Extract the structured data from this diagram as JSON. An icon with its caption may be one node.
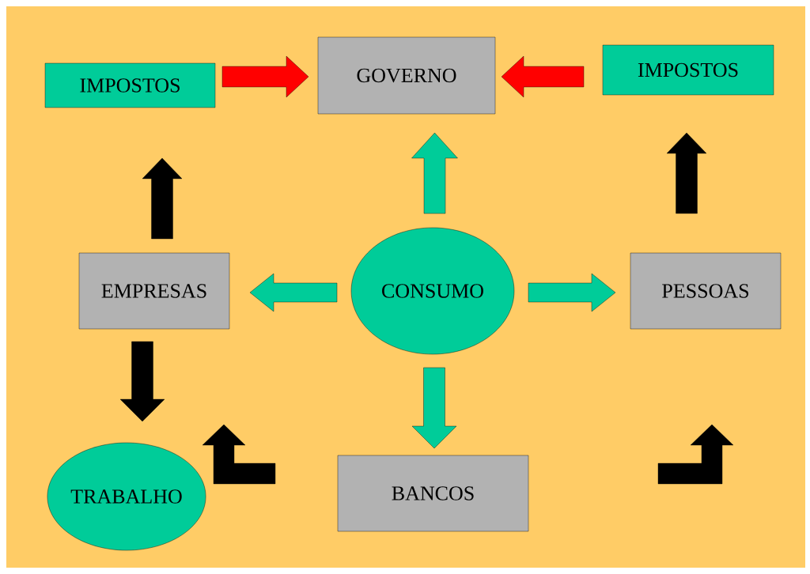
{
  "diagram": {
    "nodes": [
      {
        "text": [
          "IMPOSTOS"
        ]
      },
      {
        "text": [
          "GOVERNO"
        ]
      },
      {
        "text": [
          "IMPOSTOS"
        ]
      },
      {
        "text": [
          "EMPRESAS"
        ]
      },
      {
        "text": [
          "CONSUMO"
        ]
      },
      {
        "text": [
          "PESSOAS"
        ]
      },
      {
        "text": [
          "TRABALHO"
        ]
      },
      {
        "text": [
          "BANCOS"
        ]
      }
    ],
    "edges": [
      {
        "from": 0,
        "to": 1,
        "arrow": "to",
        "color": "#ff0000"
      },
      {
        "from": 2,
        "to": 1,
        "arrow": "to",
        "color": "#ff0000"
      },
      {
        "from": 4,
        "to": 1,
        "arrow": "to",
        "color": "#00cc99"
      },
      {
        "from": 3,
        "to": 0,
        "arrow": "to"
      },
      {
        "from": 4,
        "to": 3,
        "arrow": "to",
        "color": "#00cc99"
      },
      {
        "from": 4,
        "to": 5,
        "arrow": "to",
        "color": "#00cc99"
      },
      {
        "from": 5,
        "to": 2,
        "arrow": "to"
      },
      {
        "from": 3,
        "to": 6,
        "arrow": "to"
      },
      {
        "from": 4,
        "to": 7,
        "arrow": "to",
        "color": "#00cc99"
      }
    ]
  }
}
